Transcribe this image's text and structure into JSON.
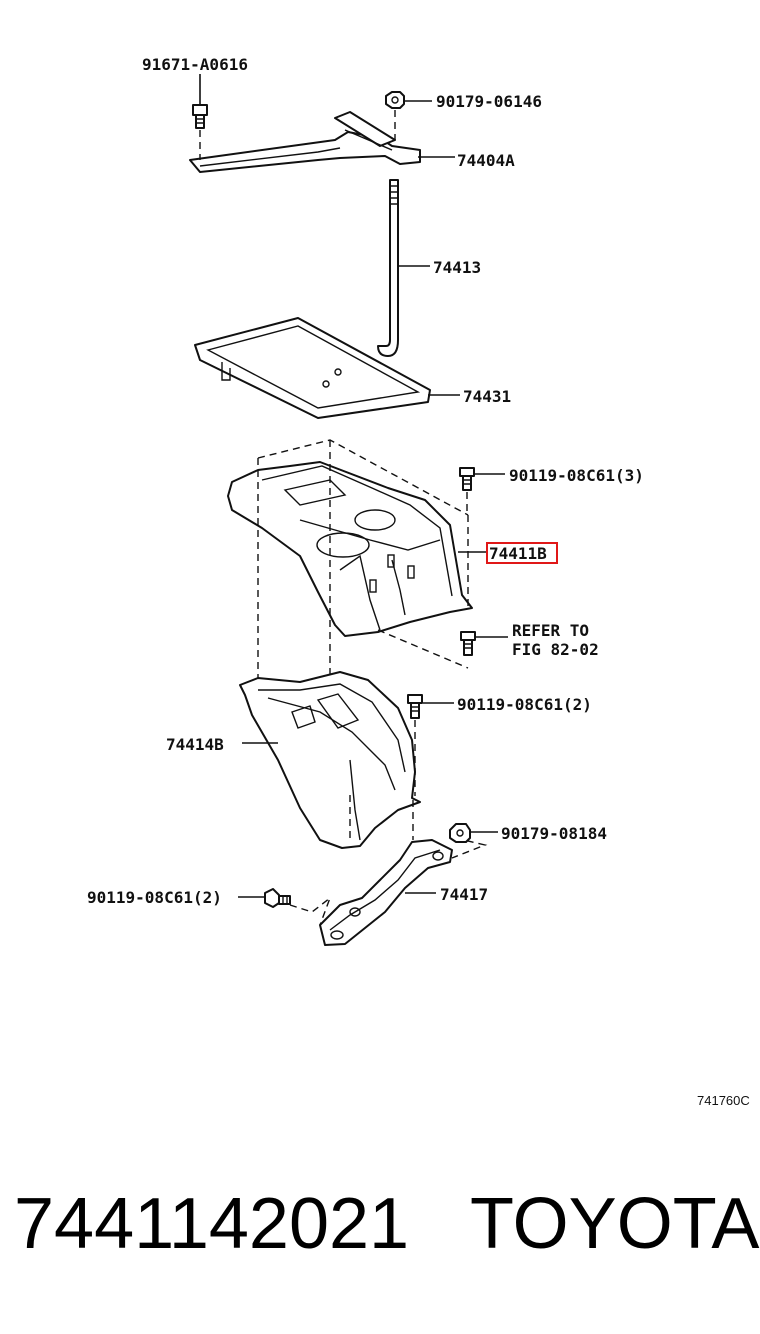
{
  "callouts": {
    "c1": "91671-A0616",
    "c2": "90179-06146",
    "c3": "74404A",
    "c4": "74413",
    "c5": "74431",
    "c6": "90119-08C61(3)",
    "c7": "74411B",
    "c8a": "REFER TO",
    "c8b": "FIG 82-02",
    "c9": "90119-08C61(2)",
    "c10": "74414B",
    "c11": "90179-08184",
    "c12": "90119-08C61(2)",
    "c13": "74417"
  },
  "highlight_color": "#e01818",
  "figure_ref": "741760C",
  "footer": {
    "part_number": "7441142021",
    "brand": "TOYOTA"
  }
}
